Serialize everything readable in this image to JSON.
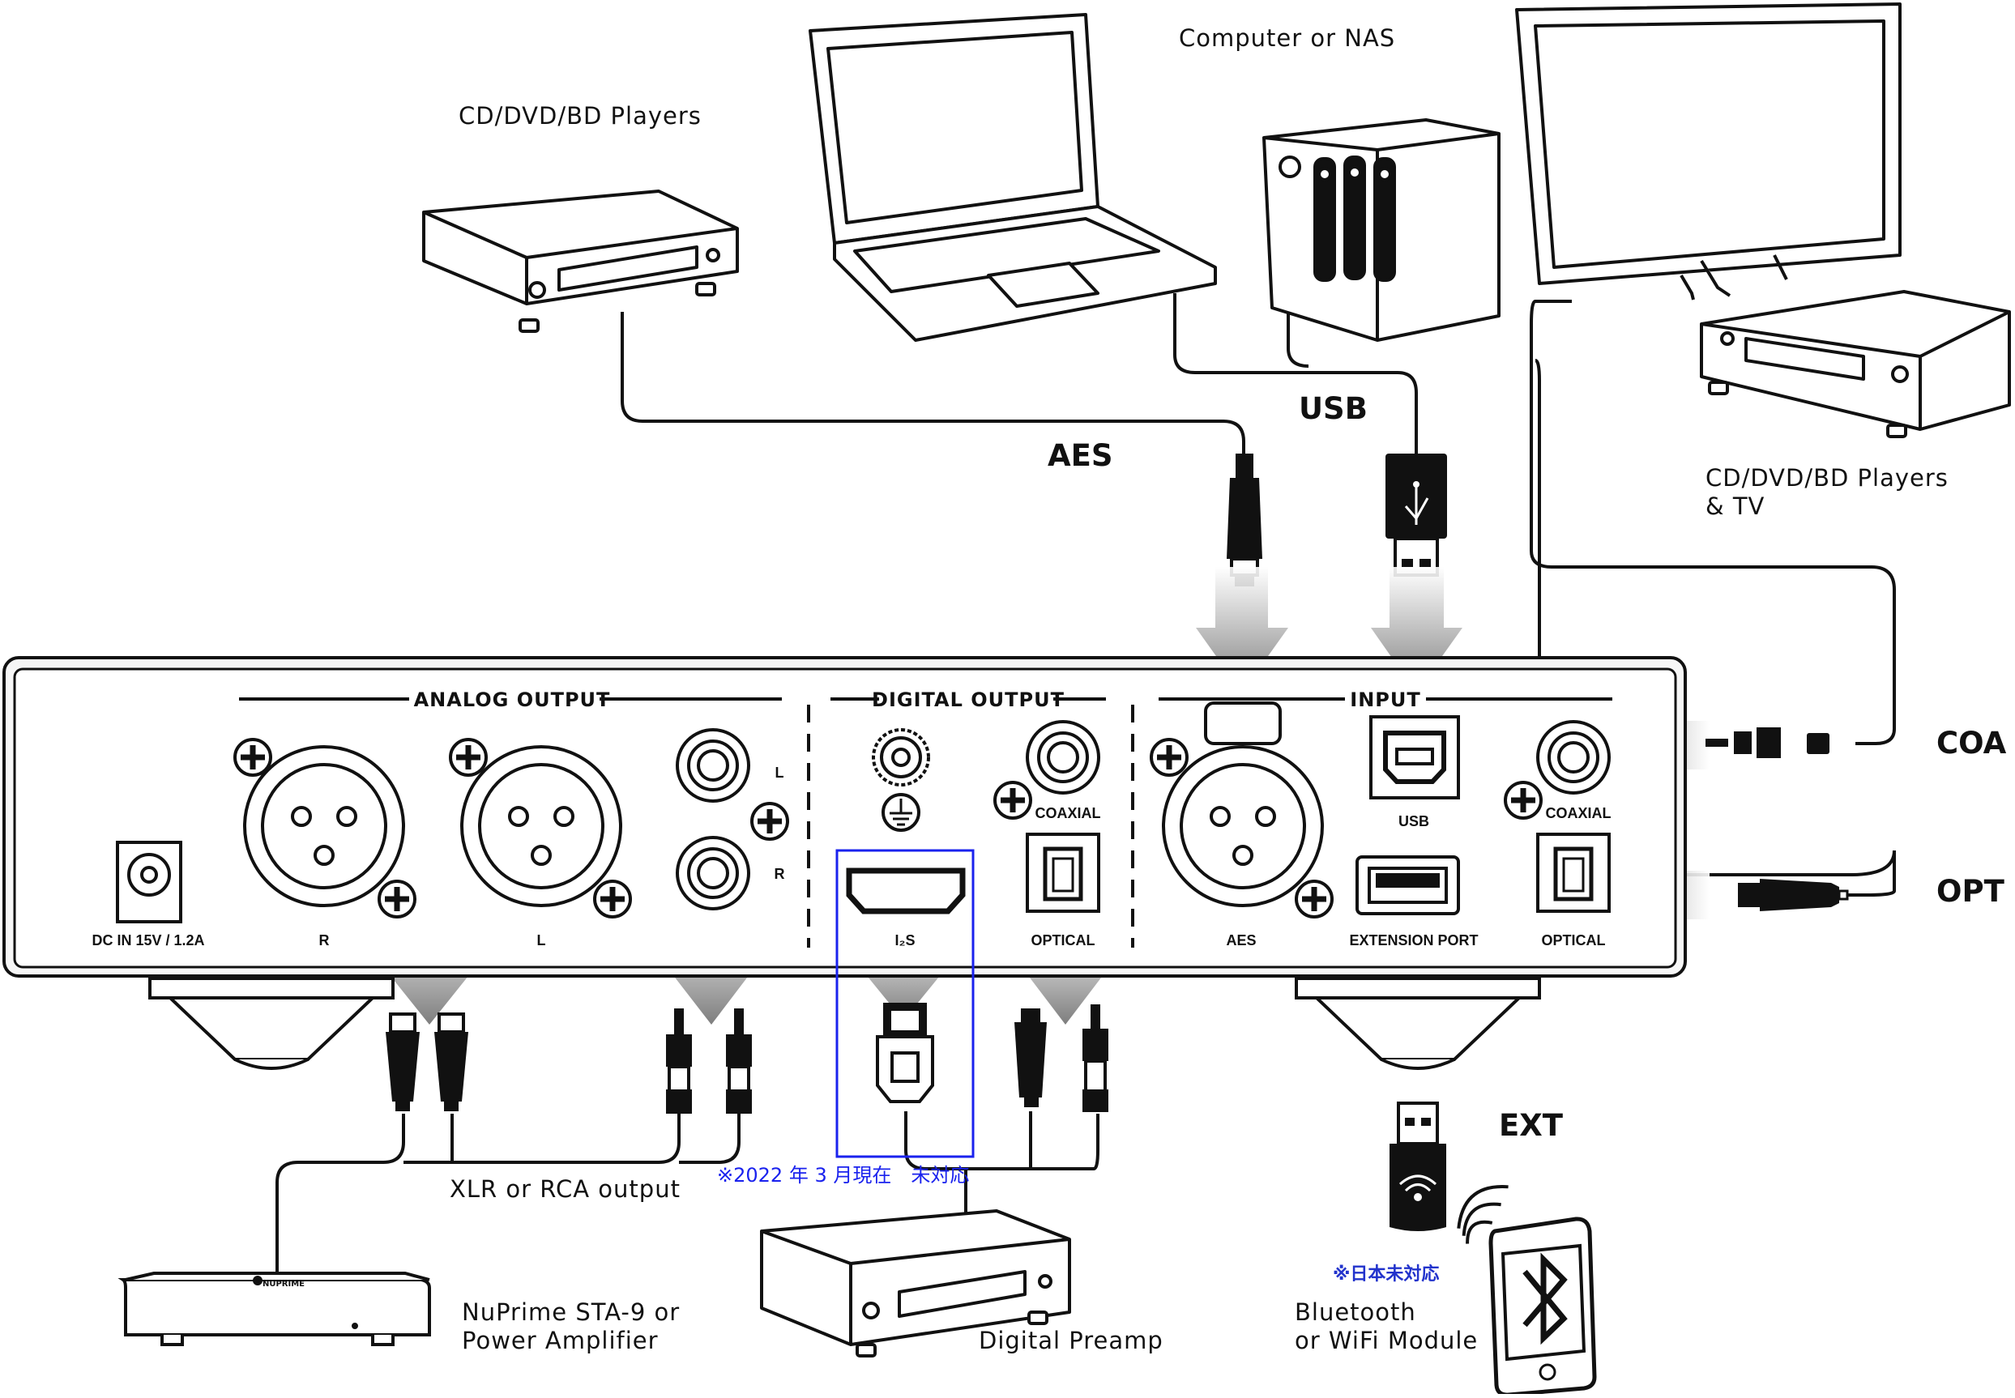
{
  "devices": {
    "cd_players_top": "CD/DVD/BD Players",
    "computer_nas": "Computer or NAS",
    "cd_players_tv_line1": "CD/DVD/BD Players",
    "cd_players_tv_line2": "& TV",
    "power_amp_line1": "NuPrime STA-9 or",
    "power_amp_line2": "Power Amplifier",
    "digital_preamp": "Digital Preamp",
    "bt_module_line1": "Bluetooth",
    "bt_module_line2": "or WiFi Module",
    "amp_brand": "NUPRIME"
  },
  "connections": {
    "aes": "AES",
    "usb": "USB",
    "coa": "COA",
    "opt": "OPT",
    "ext": "EXT",
    "xlr_rca": "XLR or RCA output"
  },
  "panel": {
    "analog_output": "ANALOG OUTPUT",
    "digital_output": "DIGITAL OUTPUT",
    "input": "INPUT",
    "dc_in": "DC IN 15V / 1.2A",
    "r": "R",
    "l": "L",
    "rca_l": "L",
    "rca_r": "R",
    "coaxial_out": "COAXIAL",
    "i2s": "I₂S",
    "optical_out": "OPTICAL",
    "aes_in": "AES",
    "usb_in": "USB",
    "coaxial_in": "COAXIAL",
    "extension_port": "EXTENSION PORT",
    "optical_in": "OPTICAL"
  },
  "notes": {
    "i2s_not_supported": "※2022 年 3 月現在　未対応",
    "japan_not_supported": "※日本未対応"
  }
}
